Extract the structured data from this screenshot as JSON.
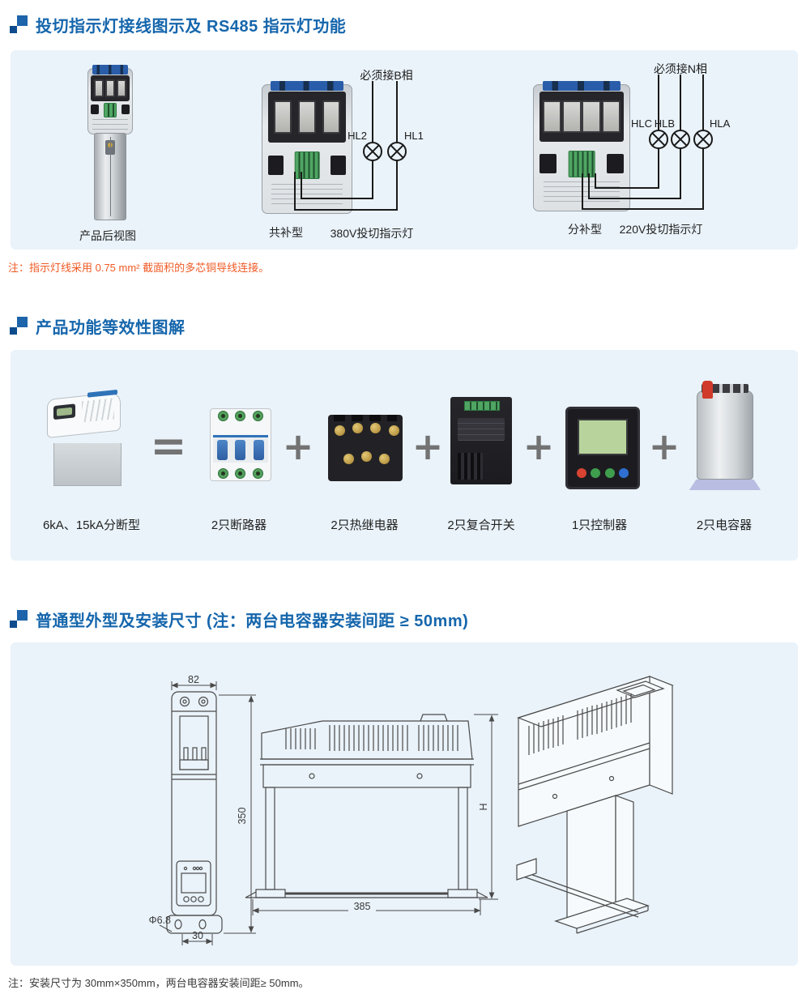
{
  "colors": {
    "accent_blue": "#1566ac",
    "panel_bg": "#eaf3fa",
    "note_orange": "#f05a24",
    "text_dark": "#3a3a3a",
    "line_art": "#4a4a4a"
  },
  "section1": {
    "title": "投切指示灯接线图示及 RS485 指示灯功能",
    "rear_view_label": "产品后视图",
    "common_type_label": "共补型",
    "common_wiring_label": "380V投切指示灯",
    "split_type_label": "分补型",
    "split_wiring_label": "220V投切指示灯",
    "wiring_380": {
      "top_note": "必须接B相",
      "lamps": [
        "HL2",
        "HL1"
      ]
    },
    "wiring_220": {
      "top_note": "必须接N相",
      "lamps": [
        "HLC",
        "HLB",
        "HLA"
      ]
    },
    "note": "注：指示灯线采用 0.75 mm² 截面积的多芯铜导线连接。"
  },
  "section2": {
    "title": "产品功能等效性图解",
    "product_label": "6kA、15kA分断型",
    "equals_sign": "=",
    "plus_sign": "+",
    "items": [
      {
        "label": "2只断路器"
      },
      {
        "label": "2只热继电器"
      },
      {
        "label": "2只复合开关"
      },
      {
        "label": "1只控制器"
      },
      {
        "label": "2只电容器"
      }
    ]
  },
  "section3": {
    "title": "普通型外型及安装尺寸 (注：两台电容器安装间距 ≥ 50mm)",
    "dimensions": {
      "top_width": "82",
      "height": "350",
      "hole_pitch": "30",
      "hole_dia": "Φ6.8",
      "depth": "385",
      "h_label": "H"
    },
    "note": "注：安装尺寸为 30mm×350mm，两台电容器安装间距≥ 50mm。"
  }
}
